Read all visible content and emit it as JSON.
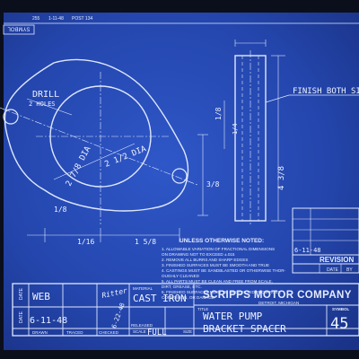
{
  "header": {
    "ref": "255",
    "date": "1-11-48",
    "stamp": "POST 134",
    "side_label": "SYMBOL"
  },
  "drawing": {
    "note_drill": "DRILL",
    "note_drill_sub": "2 HOLES",
    "note_finish": "FINISH BOTH SIDES",
    "dim_hole_spacing": "2 7/8 DIA",
    "dim_bore": "2 1/2 DIA",
    "dim_thickness": "1/8",
    "dim_height": "4 3/8",
    "dim_side": "1/4"
  },
  "notes": {
    "heading": "UNLESS OTHERWISE NOTED:",
    "items": [
      "1. ALLOWABLE VARIATION OF FRACTIONAL DIMENSIONS",
      "   ON DRAWING NOT TO EXCEED ±.015",
      "2. REMOVE ALL BURRS AND SHARP EDGES",
      "3. FINISHED SURFACES MUST BE SMOOTH AND TRUE",
      "4. CASTINGS MUST BE SANDBLASTED OR OTHERWISE THOR-",
      "   OUGHLY CLEANED",
      "5. ALL PARTS MUST BE CLEAN AND FREE FROM SCALE,",
      "   DIRT, GREASE, ETC.",
      "6. FINISHED SURFACES MUST BE PROTECTED FROM RUST,",
      "   CORROSION, OR DAMAGE"
    ]
  },
  "revision": {
    "date": "6-11-48",
    "title": "REVISION",
    "col_date": "DATE",
    "col_by": "BY"
  },
  "title_block": {
    "drawn_initials": "WEB",
    "drawn_date": "6-11-48",
    "checked_initials": "Ritter",
    "released_date": "6-22-48",
    "material_label": "MATERIAL",
    "material": "CAST IRON",
    "scale_label": "SCALE",
    "scale": "FULL",
    "size_label": "SIZE",
    "labels": [
      "DRAWN",
      "TRACED",
      "CHECKED",
      "RELEASED"
    ],
    "date_label": "DATE",
    "company": "SCRIPPS MOTOR COMPANY",
    "city": "DETROIT, MICHIGAN",
    "title_label": "TITLE",
    "title_line1": "WATER PUMP",
    "title_line2": "BRACKET SPACER",
    "symbol_label": "SYMBOL",
    "symbol": "45"
  }
}
